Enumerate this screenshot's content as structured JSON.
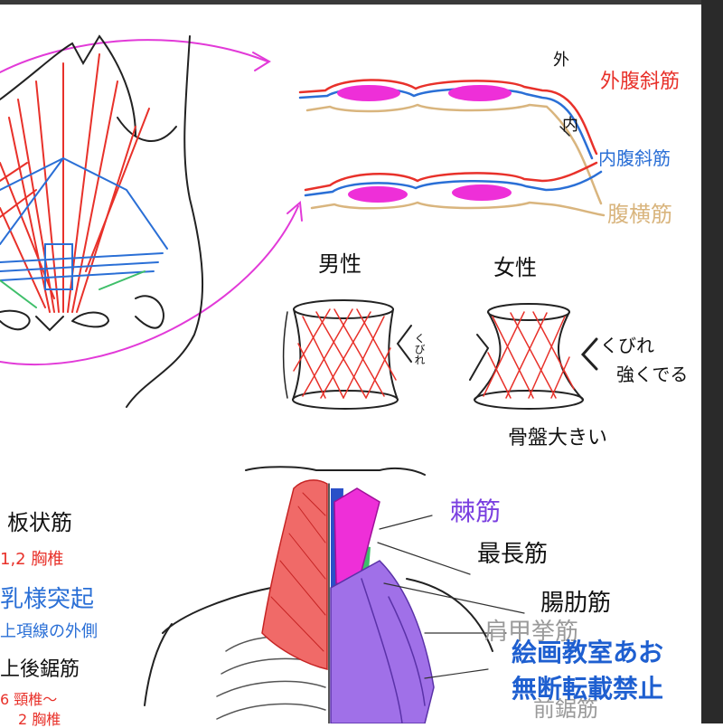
{
  "abdomen": {
    "label_outer": "外",
    "label_inner": "内",
    "external_oblique": "外腹斜筋",
    "internal_oblique": "内腹斜筋",
    "transversus": "腹横筋"
  },
  "waist": {
    "male": "男性",
    "female": "女性",
    "male_note": "くびれ",
    "female_note_line1": "くびれ",
    "female_note_line2": "強くでる",
    "pelvis_note": "骨盤大きい"
  },
  "neck_left": {
    "splenius": "板状筋",
    "splenius_origin": "1,2 胸椎",
    "mastoid": "乳様突起",
    "nuchal_line": "上項線の外側",
    "serratus_posterior": "上後鋸筋",
    "serratus_detail_1": "6 頸椎〜",
    "serratus_detail_2": "2 胸椎"
  },
  "back_right": {
    "spinalis": "棘筋",
    "longissimus": "最長筋",
    "iliocostalis": "腸肋筋",
    "levator": "肩甲挙筋",
    "bottom_partial": "前鋸筋"
  },
  "watermark": {
    "line1": "絵画教室あお",
    "line2": "無断転載禁止"
  },
  "colors": {
    "red": "#e8312a",
    "blue": "#2a6fd6",
    "tan": "#d9b57e",
    "magenta": "#ee2fd8",
    "purple": "#a070e8",
    "green": "#3fbf6a"
  }
}
